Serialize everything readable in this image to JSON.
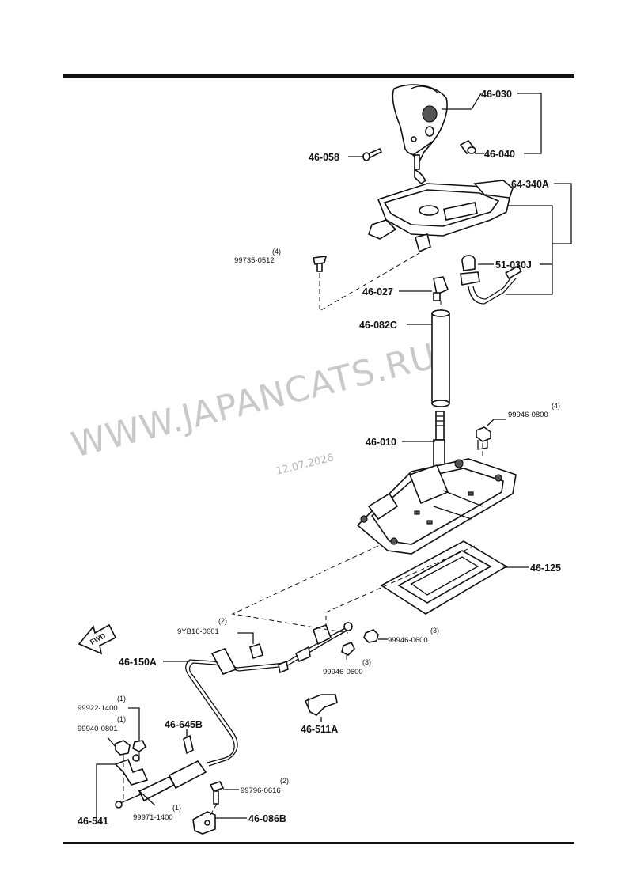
{
  "watermark": {
    "site": "WWW.JAPANCATS.RU",
    "date": "12.07.2026"
  },
  "direction_arrow": "FWD",
  "callouts": {
    "c_46_030": "46-030",
    "c_46_040": "46-040",
    "c_46_058": "46-058",
    "c_64_340A": "64-340A",
    "c_99735_0512": "99735-0512",
    "q_99735_0512": "(4)",
    "c_51_030J": "51-030J",
    "c_46_027": "46-027",
    "c_46_082C": "46-082C",
    "c_99946_0800": "99946-0800",
    "q_99946_0800": "(4)",
    "c_46_010": "46-010",
    "c_46_125": "46-125",
    "c_9YB16_0601": "9YB16-0601",
    "q_9YB16_0601": "(2)",
    "c_99946_0600_a": "99946-0600",
    "q_99946_0600_a": "(3)",
    "c_99946_0600_b": "99946-0600",
    "q_99946_0600_b": "(3)",
    "c_46_150A": "46-150A",
    "c_99922_1400": "99922-1400",
    "q_99922_1400": "(1)",
    "c_99940_0801": "99940-0801",
    "q_99940_0801": "(1)",
    "c_46_645B": "46-645B",
    "c_46_511A": "46-511A",
    "c_99796_0616": "99796-0616",
    "q_99796_0616": "(2)",
    "c_46_541": "46-541",
    "c_99971_1400": "99971-1400",
    "q_99971_1400": "(1)",
    "c_46_086B": "46-086B"
  }
}
